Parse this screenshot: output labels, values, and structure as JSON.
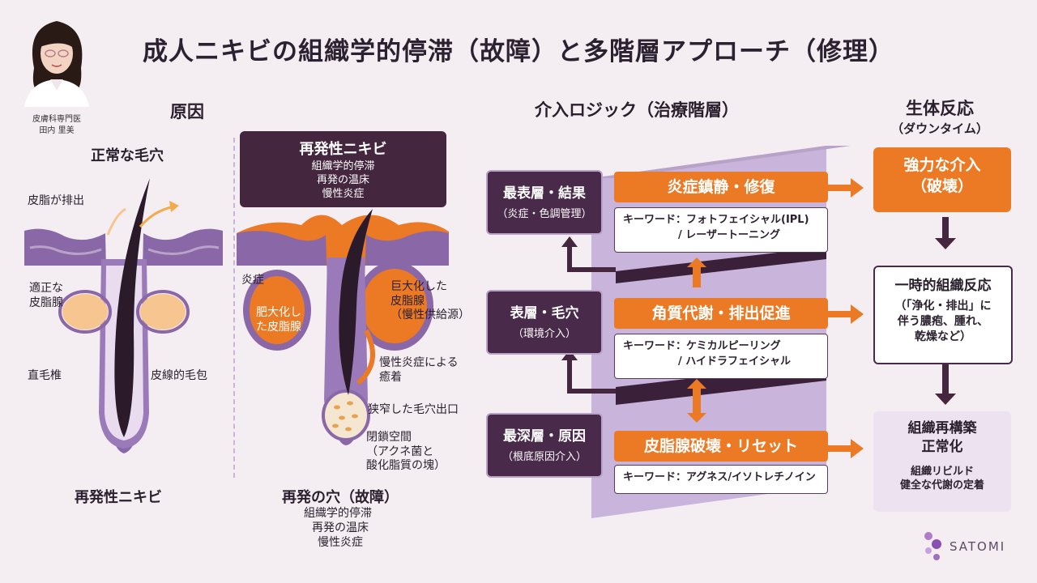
{
  "title": "成人ニキビの組織学的停滞（故障）と多階層アプローチ（修理）",
  "doctor": {
    "role": "皮膚科専門医",
    "name": "田内 里美"
  },
  "cause": {
    "heading": "原因",
    "normal": {
      "title": "正常な毛穴",
      "sebum_out": "皮脂が排出",
      "proper_gland": "適正な\n皮脂腺",
      "hair_shaft": "直毛椎",
      "follicle": "皮線的毛包",
      "caption": "再発性ニキビ"
    },
    "recurrent": {
      "box_title": "再発性ニキビ",
      "box_lines": [
        "組織学的停滞",
        "再発の温床",
        "慢性炎症"
      ],
      "inflammation": "炎症",
      "hypertrophic": "肥大化し\nた皮脂腺",
      "enlarged_gland": "巨大化した\n皮脂腺\n（慢性供給源）",
      "adhesion": "慢性炎症による\n癒着",
      "narrowed_exit": "狭窄した毛穴出口",
      "closed_space": "閉鎖空間\n（アクネ菌と\n酸化脂質の塊）",
      "caption_title": "再発の穴（故障）",
      "caption_lines": [
        "組織学的停滞",
        "再発の温床",
        "慢性炎症"
      ]
    }
  },
  "logic": {
    "heading": "介入ロジック（治療階層）",
    "layers": [
      {
        "title": "最表層・結果",
        "sub": "（炎症・色調管理）"
      },
      {
        "title": "表層・毛穴",
        "sub": "（環境介入）"
      },
      {
        "title": "最深層・原因",
        "sub": "（根底原因介入）"
      }
    ],
    "treatments": [
      {
        "label": "炎症鎮静・修復",
        "kw1": "キーワード：フォトフェイシャル(IPL)",
        "kw2": "/ レーザートーニング"
      },
      {
        "label": "角質代謝・排出促進",
        "kw1": "キーワード：ケミカルピーリング",
        "kw2": "/ ハイドラフェイシャル"
      },
      {
        "label": "皮脂腺破壊・リセット",
        "kw1": "キーワード：アグネス/イソトレチノイン",
        "kw2": ""
      }
    ]
  },
  "body_response": {
    "heading": "生体反応",
    "sub": "（ダウンタイム）",
    "strong": "強力な介入\n（破壊）",
    "temporary": {
      "title": "一時的組織反応",
      "text": "（「浄化・排出」に\n伴う膿疱、腫れ、\n乾燥など）"
    },
    "rebuild": {
      "title": "組織再構築\n正常化",
      "text": "組織リビルド\n健全な代謝の定着"
    }
  },
  "brand": "SATOMI",
  "colors": {
    "purple_dark": "#44263f",
    "purple_mid": "#8a68a8",
    "purple_light": "#c9b4dc",
    "orange": "#ec7a25"
  }
}
